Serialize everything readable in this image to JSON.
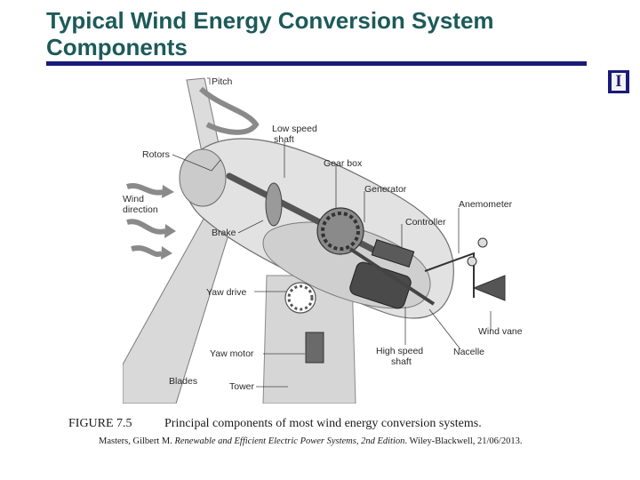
{
  "slide": {
    "title_line1": "Typical Wind Energy Conversion System",
    "title_line2": "Components",
    "logo_letter": "I"
  },
  "diagram": {
    "labels": {
      "pitch": "Pitch",
      "low_speed_shaft_1": "Low speed",
      "low_speed_shaft_2": "shaft",
      "rotors": "Rotors",
      "gear_box": "Gear box",
      "wind_direction_1": "Wind",
      "wind_direction_2": "direction",
      "generator": "Generator",
      "anemometer": "Anemometer",
      "controller": "Controller",
      "brake": "Brake",
      "yaw_drive": "Yaw drive",
      "wind_vane": "Wind vane",
      "yaw_motor": "Yaw motor",
      "high_speed_shaft_1": "High speed",
      "high_speed_shaft_2": "shaft",
      "nacelle": "Nacelle",
      "blades": "Blades",
      "tower": "Tower"
    }
  },
  "caption": {
    "figure_label": "FIGURE 7.5",
    "figure_text": "Principal components of most wind energy conversion systems."
  },
  "citation": {
    "authors": "Masters, Gilbert M. ",
    "book_title": "Renewable and Efficient Electric Power Systems,  2nd Edition",
    "publisher": ". Wiley-Blackwell, 21/06/2013."
  }
}
